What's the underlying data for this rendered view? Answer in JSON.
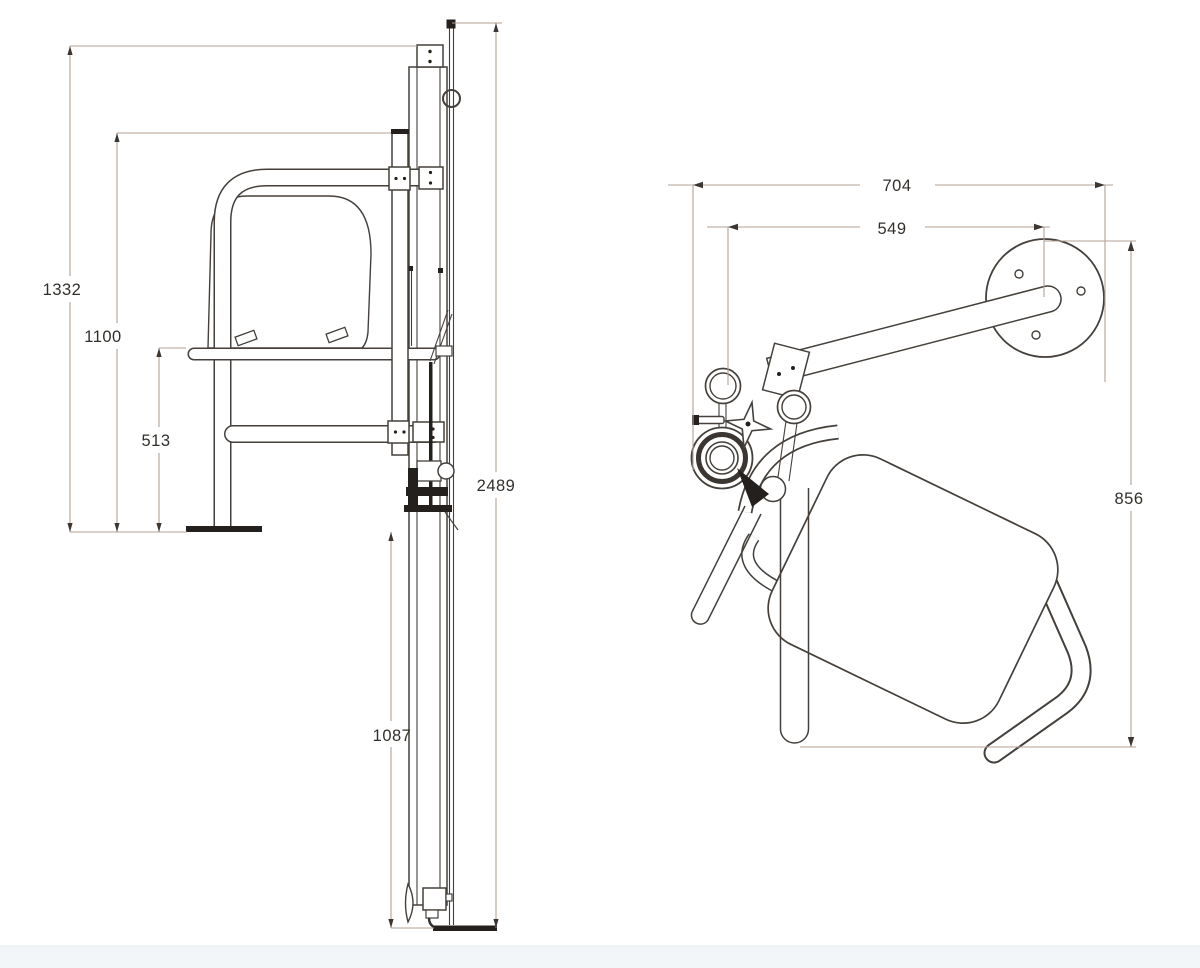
{
  "drawing": {
    "title_hint": "pool lift dimensional drawing",
    "colors": {
      "background": "#ffffff",
      "line": "#45403b",
      "dimension_line": "#b3a196",
      "label_text": "#33302c",
      "footer_strip": "#f2f6f8",
      "dark_fill": "#23201d"
    },
    "side_view": {
      "dims": {
        "guard_frame_height": "1332",
        "seat_post_height": "1100",
        "seat_height": "513",
        "mast_total_length": "2489",
        "submerged_length": "1087"
      }
    },
    "plan_view": {
      "dims": {
        "overall_width": "704",
        "arm_pivot_distance": "549",
        "overall_depth": "856"
      }
    }
  }
}
